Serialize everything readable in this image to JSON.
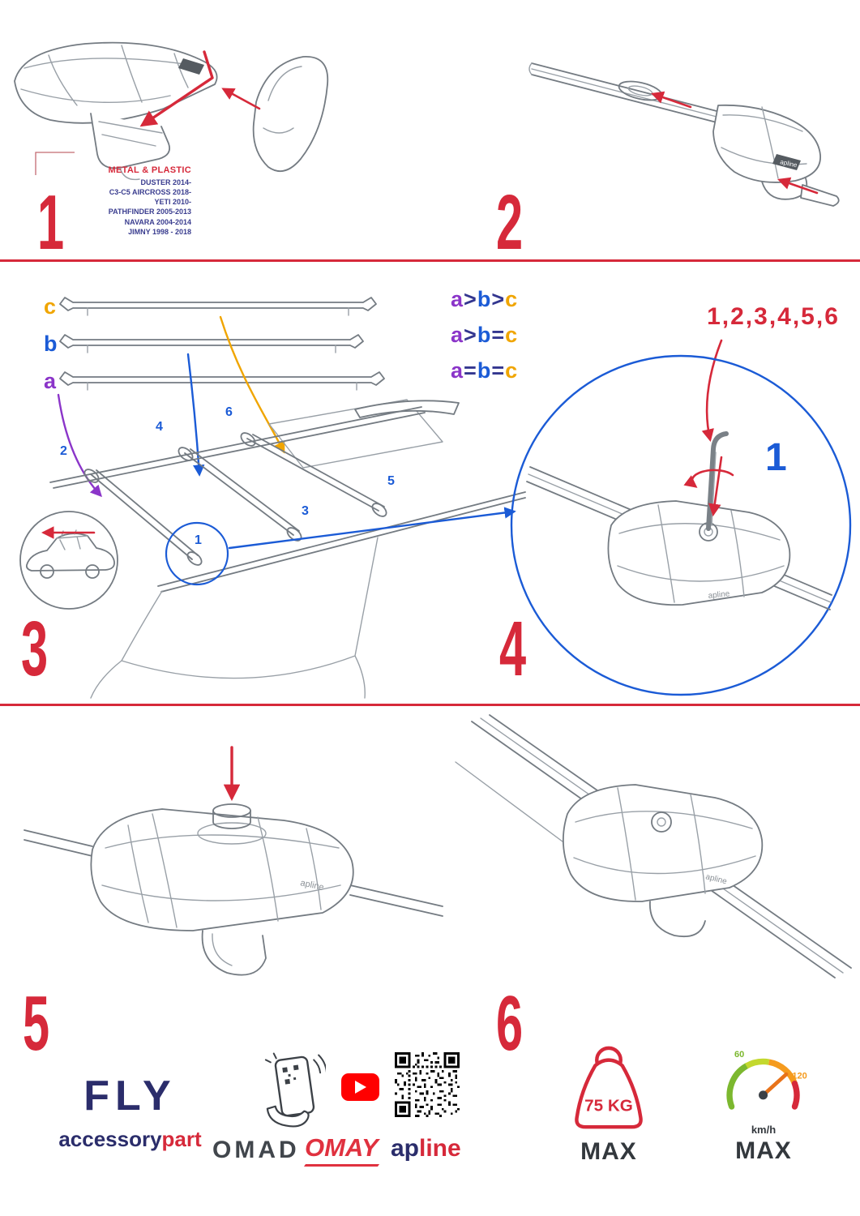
{
  "colors": {
    "accent_red": "#d6293a",
    "navy": "#2b2d6b",
    "blue": "#1b5bd6",
    "purple": "#8b35c9",
    "orange": "#f0a500",
    "youtube_red": "#ff0000",
    "speed_green": "#7cb82f",
    "speed_orange": "#f59b1e"
  },
  "step1": {
    "number": "1",
    "material_label": "METAL & PLASTIC",
    "models": [
      "DUSTER 2014-",
      "C3-C5 AIRCROSS 2018-",
      "YETI 2010-",
      "PATHFINDER 2005-2013",
      "NAVARA 2004-2014",
      "JIMNY 1998 - 2018"
    ]
  },
  "step2": {
    "number": "2"
  },
  "step3": {
    "number": "3",
    "bars": {
      "a": "a",
      "b": "b",
      "c": "c"
    },
    "legend": [
      {
        "l1": "a",
        "o1": ">",
        "l2": "b",
        "o2": ">",
        "l3": "c"
      },
      {
        "l1": "a",
        "o1": ">",
        "l2": "b",
        "o2": "=",
        "l3": "c"
      },
      {
        "l1": "a",
        "o1": "=",
        "l2": "b",
        "o2": "=",
        "l3": "c"
      }
    ],
    "positions": {
      "p1": "1",
      "p2": "2",
      "p3": "3",
      "p4": "4",
      "p5": "5",
      "p6": "6"
    }
  },
  "step4": {
    "number": "4",
    "sequence": "1,2,3,4,5,6",
    "first": "1"
  },
  "step5": {
    "number": "5"
  },
  "step6": {
    "number": "6"
  },
  "drawing": {
    "foot_brand": "apline"
  },
  "footer": {
    "fly": "FLY",
    "accessory": "accessory",
    "part": "part",
    "omad": "OMAD",
    "omay": "OMAY",
    "ap": "ap",
    "line": "line",
    "weight_value": "75 KG",
    "weight_max": "MAX",
    "speed_low": "60",
    "speed_high": "120",
    "speed_unit": "km/h",
    "speed_max": "MAX"
  }
}
